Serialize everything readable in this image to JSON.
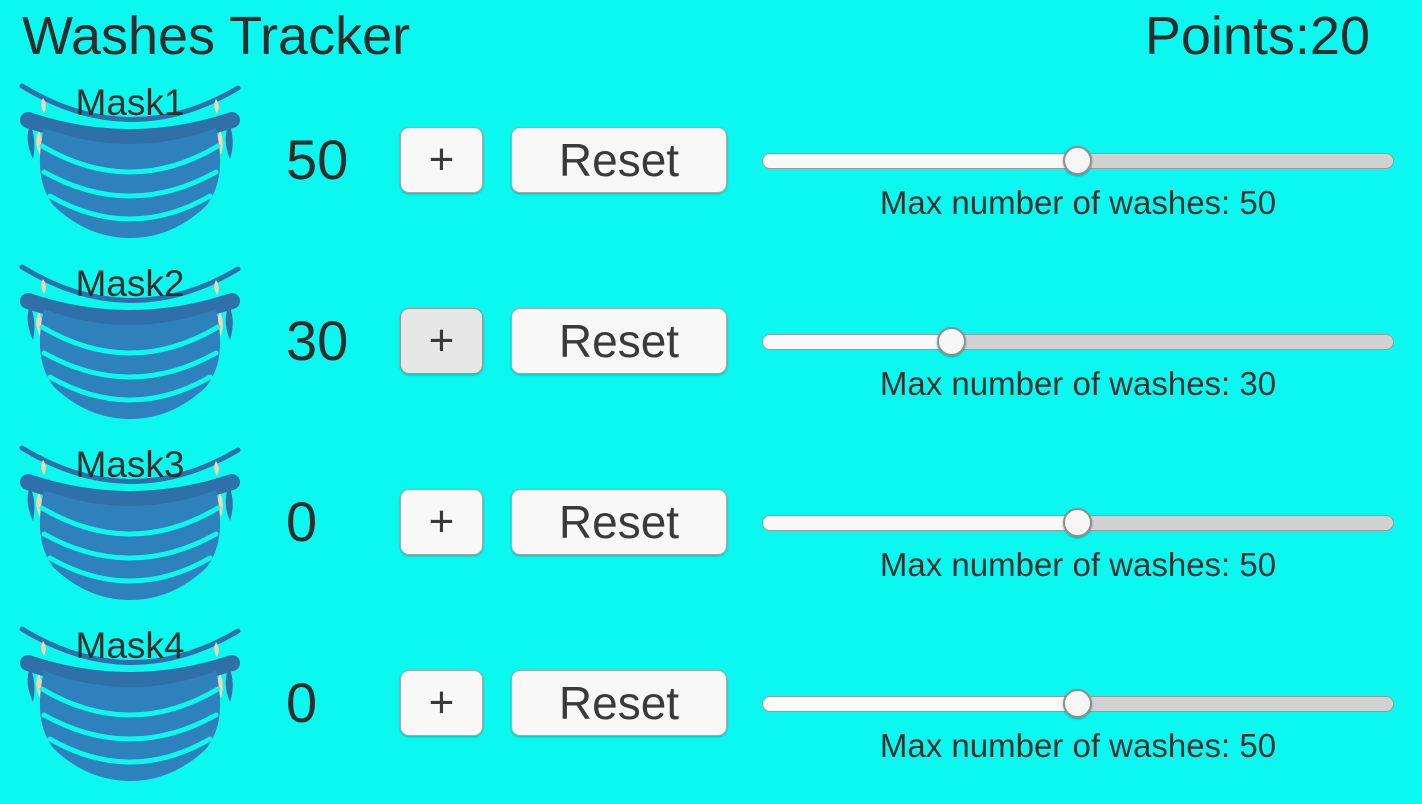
{
  "header": {
    "title": "Washes Tracker",
    "points_label": "Points:",
    "points_value": "20"
  },
  "icons": {
    "mask": "surgical-mask-icon"
  },
  "colors": {
    "background": "#0bf8f1",
    "text": "#2d2d2d",
    "mask_body": "#2e81ba",
    "mask_trim": "#2f70a8",
    "mask_tie_skin": "#f6d5ae",
    "button_bg": "#f8f8f8",
    "button_bg_pressed": "#e7e7e7",
    "slider_fill": "#f9f9f9",
    "slider_rest": "#d2d2d2"
  },
  "rows": [
    {
      "name": "Mask1",
      "count": "50",
      "plus": "+",
      "reset": "Reset",
      "max_label": "Max number of washes: 50",
      "slider_percent": 50,
      "plus_pressed": false
    },
    {
      "name": "Mask2",
      "count": "30",
      "plus": "+",
      "reset": "Reset",
      "max_label": "Max number of washes: 30",
      "slider_percent": 30,
      "plus_pressed": true
    },
    {
      "name": "Mask3",
      "count": "0",
      "plus": "+",
      "reset": "Reset",
      "max_label": "Max number of washes: 50",
      "slider_percent": 50,
      "plus_pressed": false
    },
    {
      "name": "Mask4",
      "count": "0",
      "plus": "+",
      "reset": "Reset",
      "max_label": "Max number of washes: 50",
      "slider_percent": 50,
      "plus_pressed": false
    }
  ]
}
